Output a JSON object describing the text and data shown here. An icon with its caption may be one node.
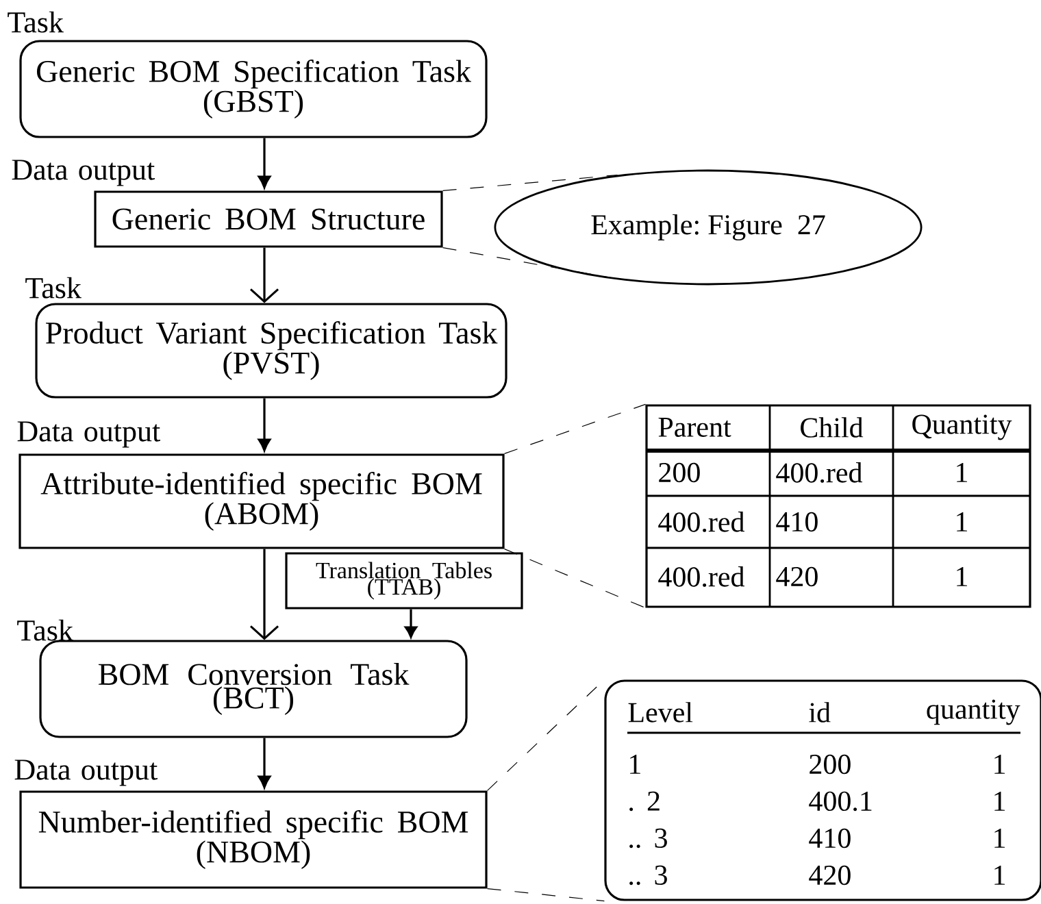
{
  "diagram": {
    "nodes": [
      {
        "text": [
          "Generic BOM Specification Task",
          "(GBST)"
        ],
        "beside": [
          "Task"
        ]
      },
      {
        "text": [
          "Generic BOM Structure"
        ],
        "beside": [
          "Data output"
        ]
      },
      {
        "text": [
          "Example: Figure 27"
        ]
      },
      {
        "text": [
          "Product Variant Specification Task",
          "(PVST)"
        ],
        "beside": [
          "Task"
        ]
      },
      {
        "text": [
          "Attribute-identified specific BOM",
          "(ABOM)"
        ],
        "beside": [
          "Data output"
        ]
      },
      {
        "text": [],
        "shape": "box"
      },
      {
        "text": [
          "Translation Tables",
          "(TTAB)"
        ]
      },
      {
        "text": [
          "BOM Conversion Task",
          "(BCT)"
        ],
        "beside": [
          "Task"
        ]
      },
      {
        "text": [
          "Number-identified specific BOM",
          "(NBOM)"
        ],
        "beside": [
          "Data output"
        ]
      },
      {
        "text": [],
        "shape": "box"
      }
    ],
    "edges": [
      {
        "from": 0,
        "to": 1,
        "arrow": "to"
      },
      {
        "from": 1,
        "to": 3,
        "arrow": "to"
      },
      {
        "from": 3,
        "to": 4,
        "arrow": "to"
      },
      {
        "from": 4,
        "to": 7,
        "arrow": "to"
      },
      {
        "from": 6,
        "to": 7,
        "arrow": "to"
      },
      {
        "from": 7,
        "to": 8,
        "arrow": "to"
      },
      {
        "from": 1,
        "to": 2,
        "arrow": "none",
        "style": "dashed"
      },
      {
        "from": 1,
        "to": 2,
        "arrow": "none",
        "style": "dashed"
      },
      {
        "from": 4,
        "to": 5,
        "arrow": "none",
        "style": "dashed"
      },
      {
        "from": 4,
        "to": 5,
        "arrow": "none",
        "style": "dashed"
      },
      {
        "from": 8,
        "to": 9,
        "arrow": "none",
        "style": "dashed"
      },
      {
        "from": 8,
        "to": 9,
        "arrow": "none",
        "style": "dashed"
      }
    ],
    "labels": [
      "Parent",
      "Child",
      "Quantity",
      "200",
      "400.red",
      "1",
      "400.red",
      "410",
      "1",
      "400.red",
      "420",
      "1",
      "Level",
      "id",
      "quantity",
      "1",
      "200",
      "1",
      ". 2",
      "400.1",
      "1",
      ".. 3",
      "410",
      "1",
      ".. 3",
      "420",
      "1"
    ]
  }
}
